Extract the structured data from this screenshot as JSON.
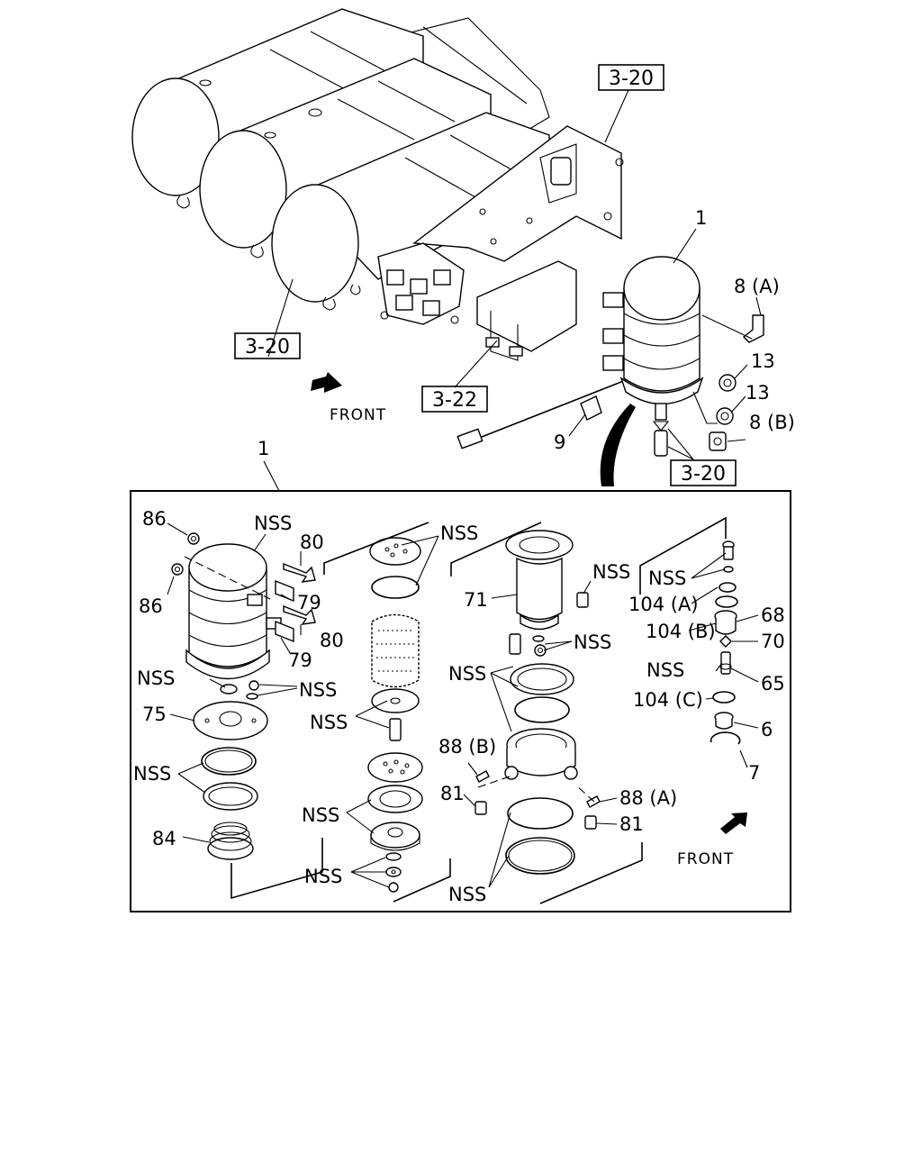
{
  "top_refs": {
    "ref_tanks_top": "3-20",
    "ref_tanks_left": "3-20",
    "ref_bracket": "3-22",
    "ref_bottom_fitting": "3-20"
  },
  "top_front": "FRONT",
  "callouts_top": {
    "dryer": "1",
    "fitting_a": "8 (A)",
    "nut_upper": "13",
    "nut_lower": "13",
    "fitting_b": "8 (B)",
    "connector": "9"
  },
  "detail_title": "1",
  "detail_front": "FRONT",
  "detail_labels": {
    "n86_top": "86",
    "n86_bot": "86",
    "nss_housing": "NSS",
    "n80_top": "80",
    "n79_top": "79",
    "n80_bot": "80",
    "n79_bot": "79",
    "nss_left_a": "NSS",
    "nss_left_b": "NSS",
    "n75": "75",
    "nss_rings": "NSS",
    "n84": "84",
    "nss_filter_top": "NSS",
    "nss_filter_mid": "NSS",
    "nss_filter_low": "NSS",
    "nss_filter_bot": "NSS",
    "nss_can": "NSS",
    "n71": "71",
    "nss_bolt": "NSS",
    "nss_body": "NSS",
    "n88b": "88 (B)",
    "n81_left": "81",
    "nss_gaskets": "NSS",
    "n88a": "88 (A)",
    "n81_right": "81",
    "nss_valve": "NSS",
    "n104a": "104 (A)",
    "n104b": "104 (B)",
    "n68": "68",
    "n70": "70",
    "nss_65": "NSS",
    "n65": "65",
    "n104c": "104 (C)",
    "n6": "6",
    "n7": "7"
  }
}
